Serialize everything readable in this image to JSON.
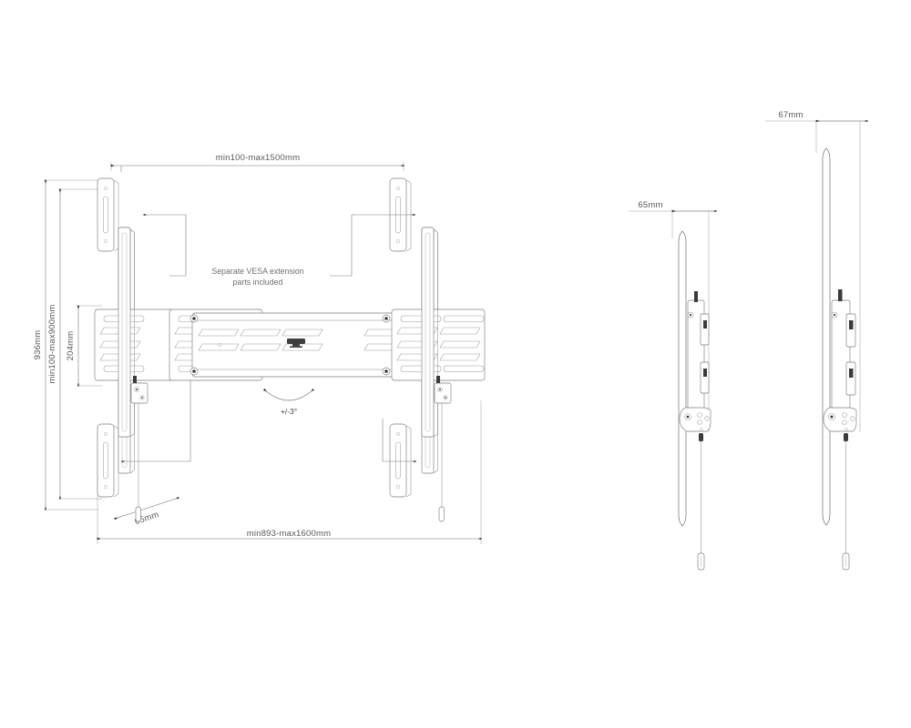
{
  "document": {
    "title": "TV Wall Mount — Dimensioned Technical Drawing",
    "background_color": "#ffffff",
    "line_color": "#6f7073",
    "text_color": "#58595b"
  },
  "views": {
    "front": {
      "name": "front-view",
      "note": {
        "line1": "Separate VESA extension",
        "line2": "parts included"
      },
      "tilt_label": "+/-3°"
    },
    "side_retracted": {
      "name": "side-view-retracted",
      "depth_label": "65mm"
    },
    "side_extended": {
      "name": "side-view-extended",
      "depth_label": "67mm"
    }
  },
  "dimensions": {
    "vesa_width": "min100-max1500mm",
    "overall_width": "min893-max1600mm",
    "overall_height": "936mm",
    "vesa_height": "min100-max900mm",
    "bracket_height": "204mm",
    "plate_depth_front": "65mm",
    "side_depth_retracted": "65mm",
    "side_depth_extended": "67mm"
  },
  "labels": {
    "top_width": "min100-max1500mm",
    "bottom_width": "min893-max1600mm",
    "left_total_height": "936mm",
    "left_vesa_height": "min100-max900mm",
    "left_bracket_height": "204mm",
    "front_depth": "65mm",
    "side_depth_65": "65mm",
    "side_depth_67": "67mm",
    "note_line1": "Separate VESA extension",
    "note_line2": "parts included",
    "tilt_angle": "+/-3°"
  },
  "brand": {
    "logo_name": "hama-logo-badge"
  }
}
